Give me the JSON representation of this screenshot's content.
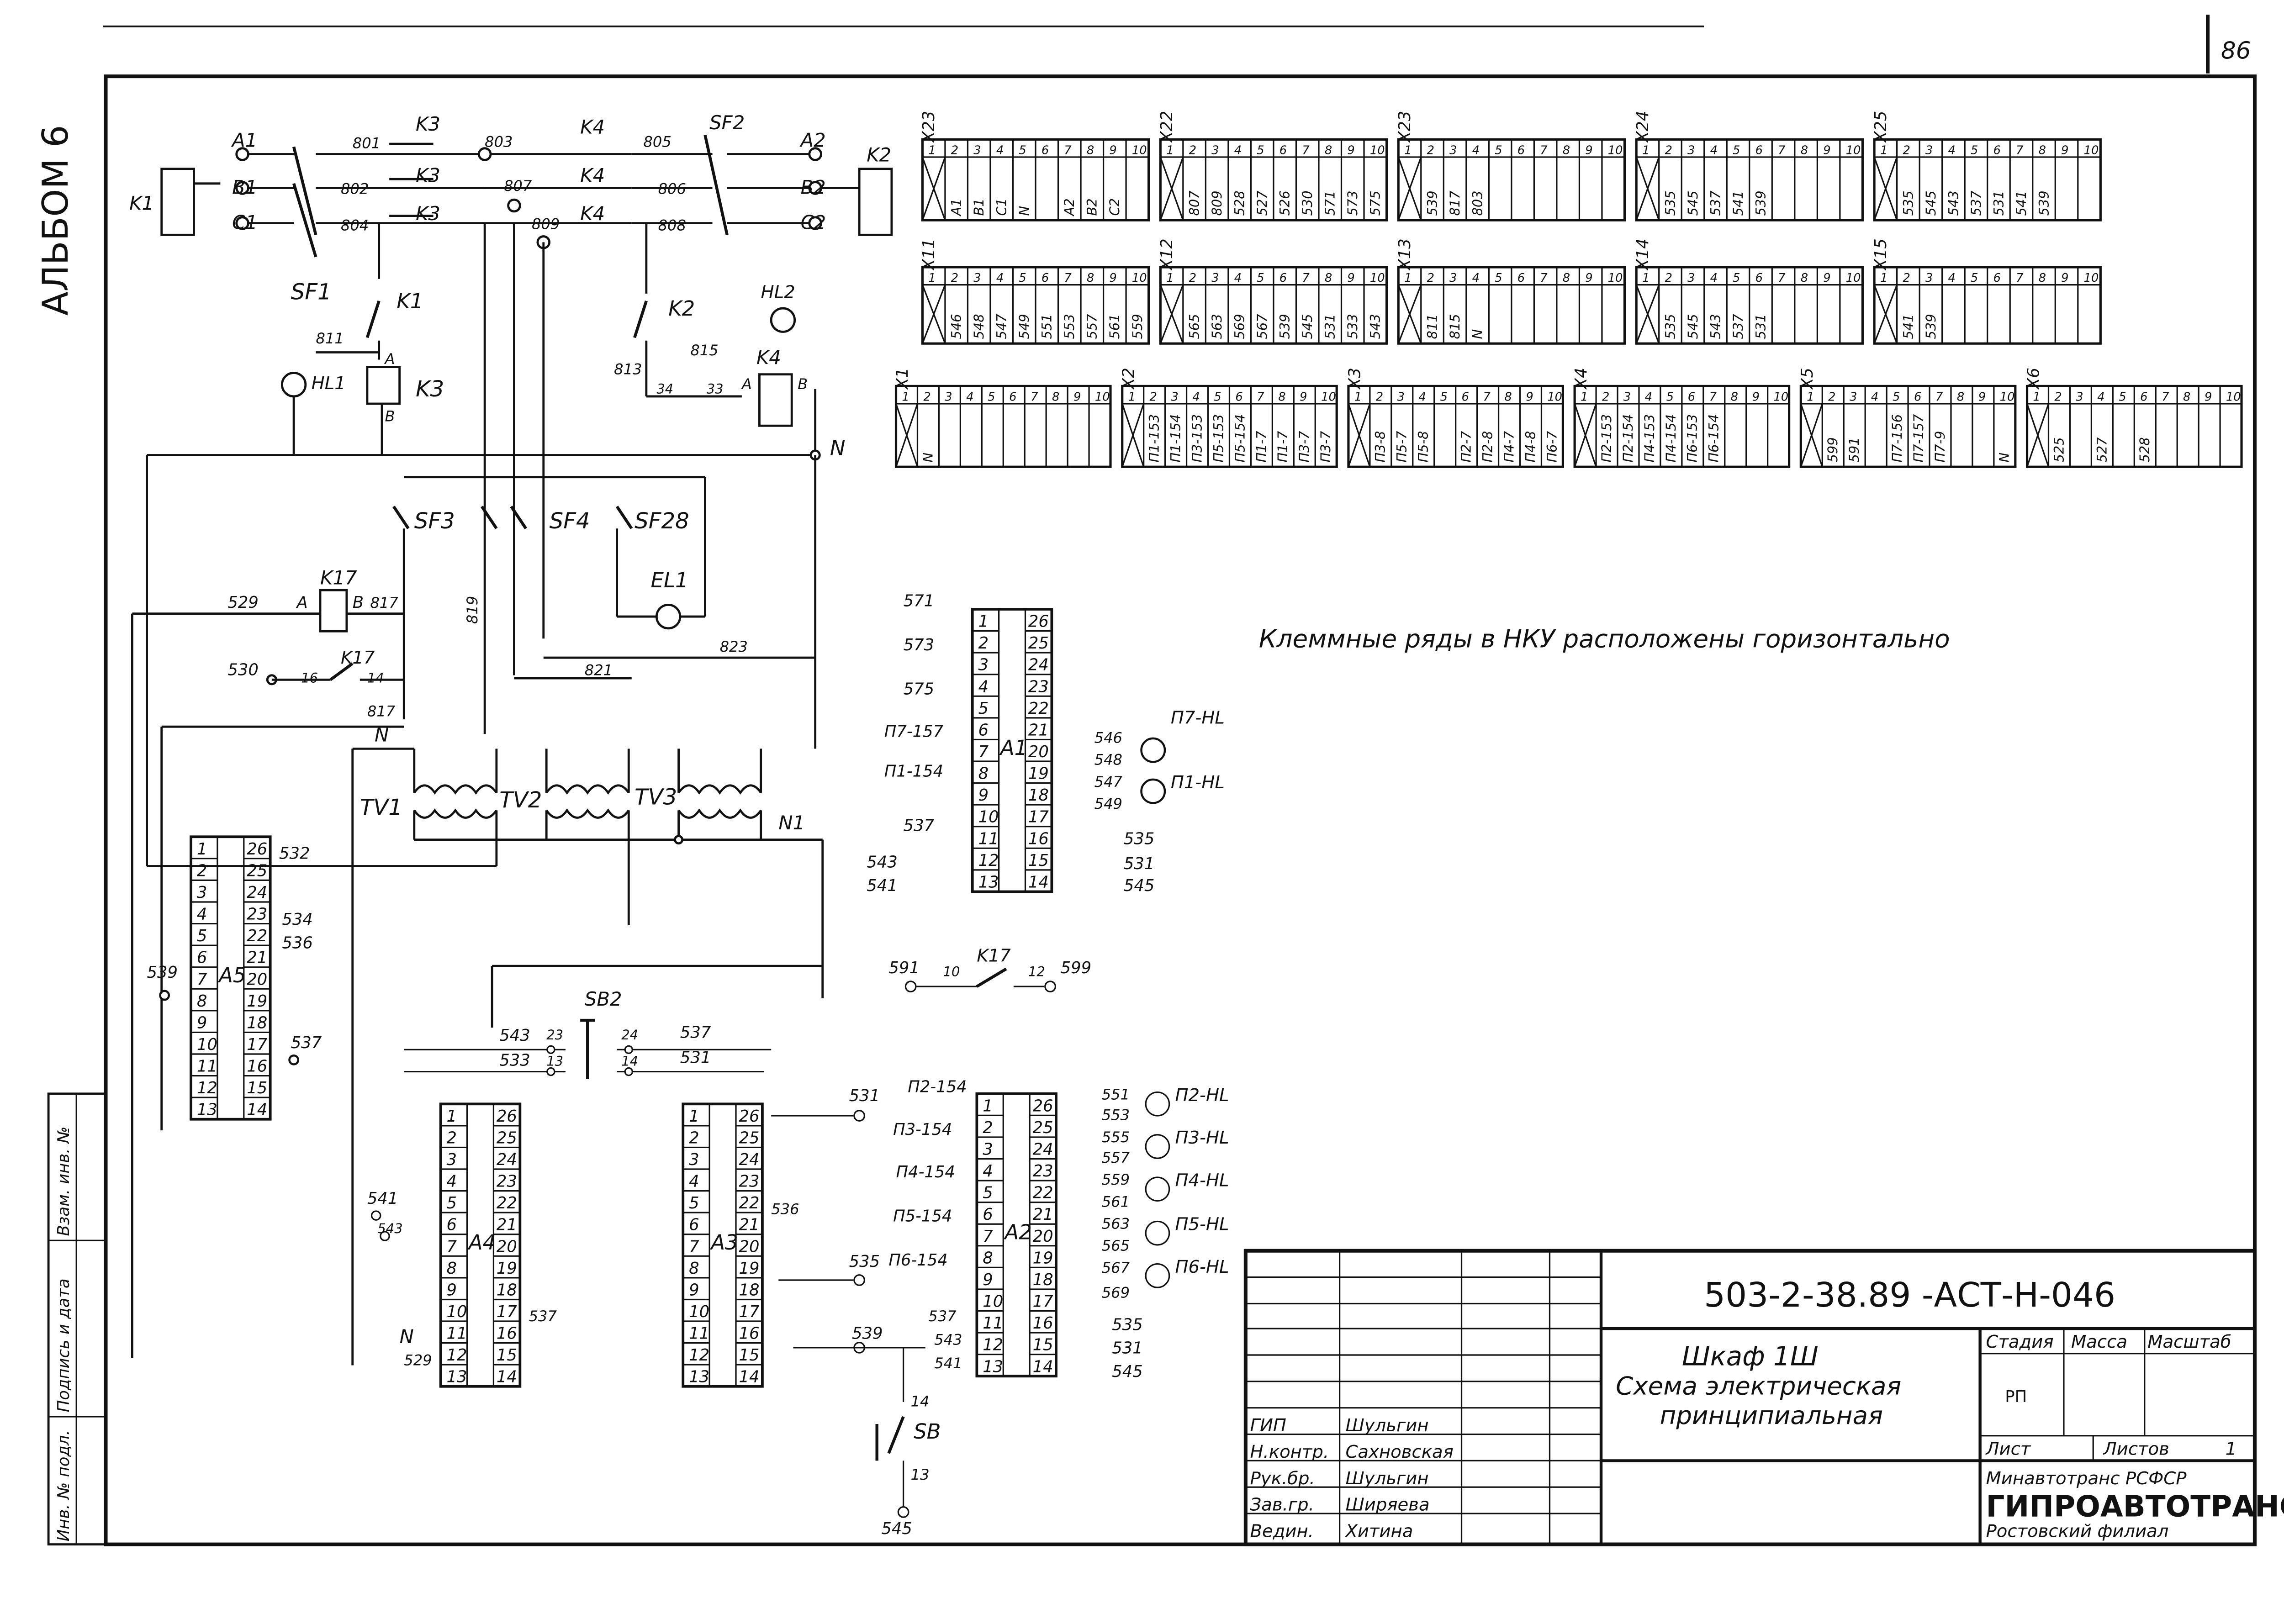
{
  "page": {
    "number": "86",
    "album": "АЛЬБОМ 6"
  },
  "note": "Клеммные ряды в НКУ расположены горизонтально",
  "side_stamp": [
    "Инв. № подл.",
    "Подпись и дата",
    "Взам. инв. №"
  ],
  "labels": {
    "K1": "K1",
    "K2": "K2",
    "K3": "K3",
    "K4": "K4",
    "K17": "K17",
    "SF1": "SF1",
    "SF2": "SF2",
    "SF3": "SF3",
    "SF4": "SF4",
    "SF28": "SF28",
    "HL1": "HL1",
    "HL2": "HL2",
    "EL1": "EL1",
    "TV1": "TV1",
    "TV2": "TV2",
    "TV3": "TV3",
    "SB": "SB",
    "SB2": "SB2",
    "A1": "A1",
    "A2": "A2",
    "A3": "A3",
    "A4": "A4",
    "A5": "A5",
    "N": "N",
    "N1": "N1",
    "P7HL": "П7-HL",
    "P1HL": "П1-HL",
    "P2HL": "П2-HL",
    "P3HL": "П3-HL",
    "P4HL": "П4-HL",
    "P5HL": "П5-HL",
    "P6HL": "П6-HL"
  },
  "phases": {
    "left": [
      "A1",
      "B1",
      "C1"
    ],
    "right": [
      "A2",
      "B2",
      "C2"
    ]
  },
  "wire_numbers": {
    "w801": "801",
    "w802": "802",
    "w804": "804",
    "w803": "803",
    "w807": "807",
    "w809": "809",
    "w805": "805",
    "w806": "806",
    "w808": "808",
    "w811": "811",
    "w813": "813",
    "w815": "815",
    "w817": "817",
    "w819": "819",
    "w821": "821",
    "w823": "823",
    "w529": "529",
    "w530": "530",
    "w532": "532",
    "w534": "534",
    "w536": "536",
    "w537": "537",
    "w539": "539",
    "w541": "541",
    "w543": "543",
    "w533": "533",
    "w531": "531",
    "w535": "535",
    "w545": "545",
    "w591": "591",
    "w599": "599",
    "w571": "571",
    "w573": "573",
    "w575": "575",
    "w546": "546",
    "w548": "548",
    "w547": "547",
    "w549": "549",
    "w551": "551",
    "w553": "553",
    "w555": "555",
    "w557": "557",
    "w559": "559",
    "w561": "561",
    "w563": "563",
    "w565": "565",
    "w567": "567",
    "w569": "569",
    "p7_157": "П7-157",
    "p1_154": "П1-154",
    "p2_154": "П2-154",
    "p3_154": "П3-154",
    "p4_154": "П4-154",
    "p5_154": "П5-154",
    "p6_154": "П6-154"
  },
  "terminal_rows": [
    {
      "row": "top",
      "blocks": [
        {
          "name": "X23",
          "cells": [
            "",
            "A1",
            "B1",
            "C1",
            "N",
            "",
            "A2",
            "B2",
            "C2",
            ""
          ]
        },
        {
          "name": "X22",
          "cells": [
            "",
            "807",
            "809",
            "528",
            "527",
            "526",
            "530",
            "571",
            "573",
            "575"
          ]
        },
        {
          "name": "X23",
          "cells": [
            "",
            "539",
            "817",
            "803",
            "",
            "",
            "",
            "",
            "",
            ""
          ]
        },
        {
          "name": "X24",
          "cells": [
            "",
            "535",
            "545",
            "537",
            "541",
            "539",
            "",
            "",
            "",
            ""
          ]
        },
        {
          "name": "X25",
          "cells": [
            "",
            "535",
            "545",
            "543",
            "537",
            "531",
            "541",
            "539",
            "",
            ""
          ]
        }
      ]
    },
    {
      "row": "middle",
      "blocks": [
        {
          "name": "X11",
          "cells": [
            "",
            "546",
            "548",
            "547",
            "549",
            "551",
            "553",
            "557",
            "561",
            "559"
          ]
        },
        {
          "name": "X12",
          "cells": [
            "",
            "565",
            "563",
            "569",
            "567",
            "539",
            "545",
            "531",
            "533",
            "543"
          ]
        },
        {
          "name": "X13",
          "cells": [
            "",
            "811",
            "815",
            "N",
            "",
            "",
            "",
            "",
            "",
            ""
          ]
        },
        {
          "name": "X14",
          "cells": [
            "",
            "535",
            "545",
            "543",
            "537",
            "531",
            "",
            "",
            "",
            ""
          ]
        },
        {
          "name": "X15",
          "cells": [
            "",
            "541",
            "539",
            "",
            "",
            "",
            "",
            "",
            "",
            ""
          ]
        }
      ]
    },
    {
      "row": "bottom",
      "blocks": [
        {
          "name": "X1",
          "cells": [
            "",
            "N",
            "",
            "",
            "",
            "",
            "",
            "",
            "",
            ""
          ]
        },
        {
          "name": "X2",
          "cells": [
            "",
            "П1-153",
            "П1-154",
            "П3-153",
            "П5-153",
            "П5-154",
            "П1-7",
            "П1-7",
            "П3-7",
            "П3-7"
          ]
        },
        {
          "name": "X3",
          "cells": [
            "",
            "П3-8",
            "П5-7",
            "П5-8",
            "",
            "П2-7",
            "П2-8",
            "П4-7",
            "П4-8",
            "П6-7"
          ]
        },
        {
          "name": "X4",
          "cells": [
            "",
            "П2-153",
            "П2-154",
            "П4-153",
            "П4-154",
            "П6-153",
            "П6-154",
            "",
            "",
            ""
          ]
        },
        {
          "name": "X5",
          "cells": [
            "",
            "599",
            "591",
            "",
            "П7-156",
            "П7-157",
            "П7-9",
            "",
            "",
            "N"
          ]
        },
        {
          "name": "X6",
          "cells": [
            "",
            "525",
            "",
            "527",
            "",
            "528",
            "",
            "",
            "",
            ""
          ]
        }
      ]
    }
  ],
  "module_pins": {
    "left": [
      "1",
      "2",
      "3",
      "4",
      "5",
      "6",
      "7",
      "8",
      "9",
      "10",
      "11",
      "12",
      "13"
    ],
    "right": [
      "26",
      "25",
      "24",
      "23",
      "22",
      "21",
      "20",
      "19",
      "18",
      "17",
      "16",
      "15",
      "14"
    ]
  },
  "contacts": {
    "k17_a": "A",
    "k17_b": "B",
    "k17_16": "16",
    "k17_14": "14",
    "k3_a": "A",
    "k3_b": "B",
    "k4_a": "A",
    "k4_b": "B",
    "k4_34": "34",
    "k4_33": "33",
    "sb2_23": "23",
    "sb2_24": "24",
    "sb2_13": "13",
    "sb2_14": "14",
    "sb_14": "14",
    "sb_13": "13",
    "k17_10": "10",
    "k17_12": "12"
  },
  "title_block": {
    "doc_code": "503-2-38.89   -АСТ-Н-046",
    "title": "Шкаф 1Ш",
    "subtitle1": "Схема электрическая",
    "subtitle2": "принципиальная",
    "stage_header": "Стадия",
    "mass_header": "Масса",
    "scale_header": "Масштаб",
    "stage": "РП",
    "sheet_label": "Лист",
    "sheets_label": "Листов",
    "sheets_value": "1",
    "ministry": "Минавтотранс РСФСР",
    "org": "ГИПРОАВТОТРАНС",
    "branch": "Ростовский филиал",
    "roles": [
      {
        "role": "ГИП",
        "name": "Шульгин"
      },
      {
        "role": "Н.контр.",
        "name": "Сахновская"
      },
      {
        "role": "Рук.бр.",
        "name": "Шульгин"
      },
      {
        "role": "Зав.гр.",
        "name": "Ширяева"
      },
      {
        "role": "Ведин.",
        "name": "Хитина"
      }
    ]
  }
}
